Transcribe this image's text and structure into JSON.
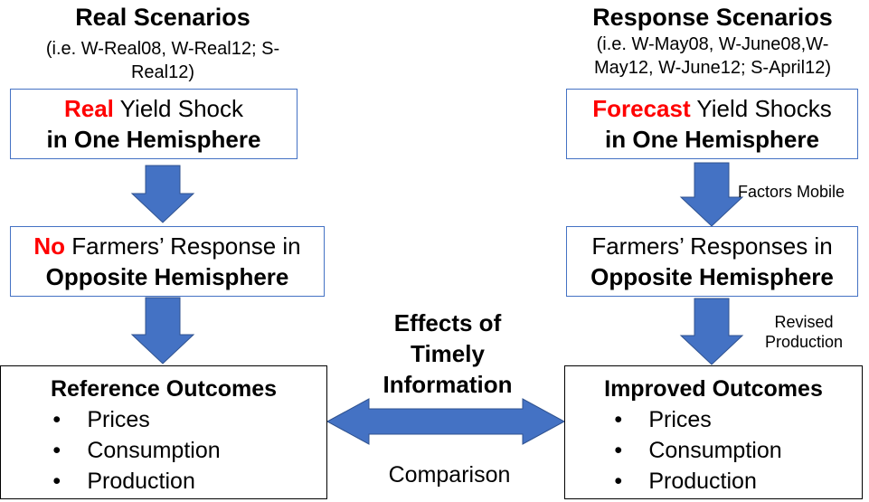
{
  "left": {
    "title": "Real Scenarios",
    "subtitle_line1": "(i.e. W-Real08, W-Real12; S-",
    "subtitle_line2": "Real12)",
    "box1": {
      "highlight": "Real",
      "rest": " Yield Shock",
      "line2": "in One Hemisphere"
    },
    "box2": {
      "highlight": "No",
      "rest": " Farmers’ Response in",
      "line2": "Opposite Hemisphere"
    },
    "outcome": {
      "title": "Reference Outcomes",
      "items": [
        "Prices",
        "Consumption",
        "Production"
      ]
    }
  },
  "right": {
    "title": "Response Scenarios",
    "subtitle_line1": "(i.e. W-May08, W-June08,W-",
    "subtitle_line2": "May12, W-June12; S-April12)",
    "box1": {
      "highlight": "Forecast",
      "rest": " Yield Shocks",
      "line2": "in One Hemisphere"
    },
    "box2": {
      "line1": "Farmers’ Responses in",
      "line2": "Opposite Hemisphere"
    },
    "arrow1_label": "Factors Mobile",
    "arrow2_label_line1": "Revised",
    "arrow2_label_line2": "Production",
    "outcome": {
      "title": "Improved Outcomes",
      "items": [
        "Prices",
        "Consumption",
        "Production"
      ]
    }
  },
  "center": {
    "effects_line1": "Effects of",
    "effects_line2": "Timely",
    "effects_line3": "Information",
    "comparison": "Comparison"
  },
  "colors": {
    "highlight": "#FF0000",
    "arrow": "#4472C4",
    "box_border": "#4472C4"
  }
}
